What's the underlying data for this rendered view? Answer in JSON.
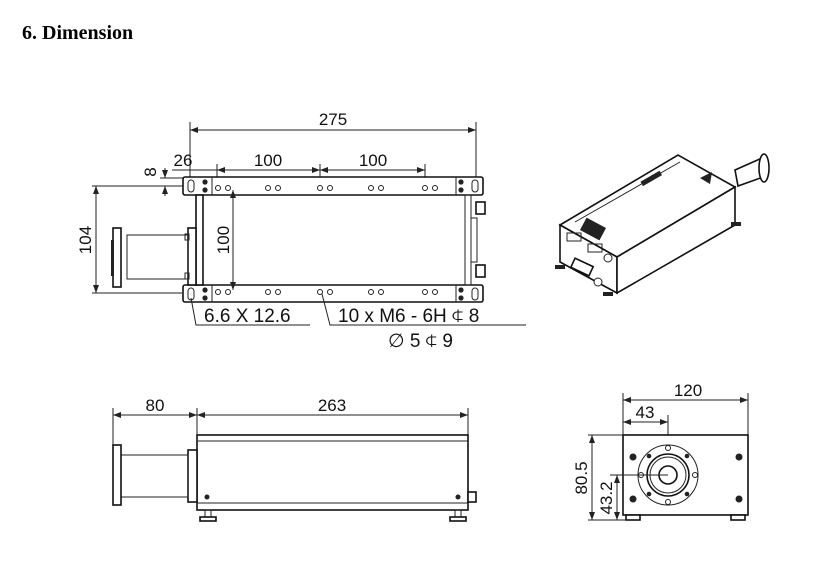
{
  "section": {
    "title": "6. Dimension"
  },
  "top_view": {
    "overall_length": "275",
    "edge_offset": "26",
    "hole_pitch_1": "100",
    "hole_pitch_2": "100",
    "rail_offset": "8",
    "overall_width": "104",
    "rail_spacing": "100",
    "slot_note": "6.6 X 12.6",
    "thread_note": "10 x  M6 - 6H ⍧ 8",
    "drill_note": "∅ 5 ⍧ 9"
  },
  "side_view": {
    "flange_length": "80",
    "body_length": "263"
  },
  "end_view": {
    "width": "120",
    "center_offset": "43",
    "height": "80.5",
    "center_height": "43.2"
  }
}
